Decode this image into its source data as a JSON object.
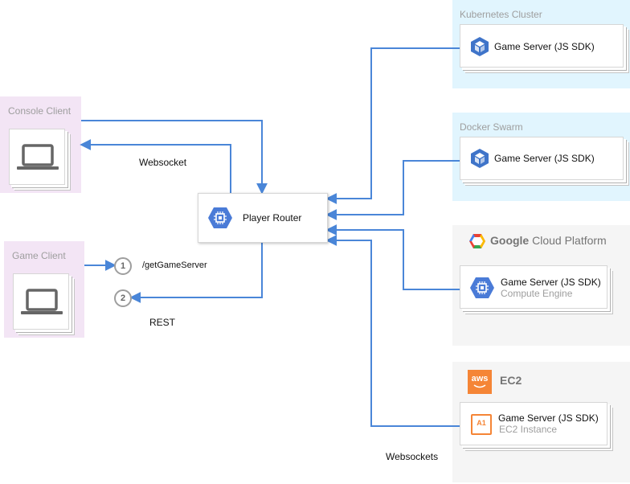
{
  "clients": {
    "console": {
      "label": "Console Client"
    },
    "game": {
      "label": "Game Client"
    }
  },
  "router": {
    "label": "Player Router"
  },
  "edges": {
    "websocket": "Websocket",
    "get_game_server": "/getGameServer",
    "rest": "REST",
    "websockets": "Websockets"
  },
  "steps": [
    "1",
    "2"
  ],
  "platforms": {
    "kubernetes": {
      "label": "Kubernetes Cluster",
      "server": "Game Server (JS SDK)"
    },
    "docker": {
      "label": "Docker Swarm",
      "server": "Game Server (JS SDK)"
    },
    "gcp": {
      "brand": "Google",
      "label": "Cloud Platform",
      "server": "Game Server (JS SDK)",
      "sub": "Compute Engine"
    },
    "aws": {
      "logo": "aws",
      "label": "EC2",
      "server": "Game Server (JS SDK)",
      "sub": "EC2 Instance",
      "chip": "A1"
    }
  },
  "colors": {
    "connector": "#4a86d8",
    "client_zone": "#f3e5f5",
    "cluster_zone": "#e1f5fe",
    "cloud_zone": "#f5f5f5",
    "gcp_blue": "#4a7bd7",
    "aws_orange": "#f58536"
  },
  "icons": {
    "laptop": "laptop-icon",
    "compute": "compute-engine-icon",
    "cube": "cube-icon",
    "gcp": "google-cloud-logo",
    "aws": "aws-logo",
    "chip": "ec2-chip-icon"
  }
}
